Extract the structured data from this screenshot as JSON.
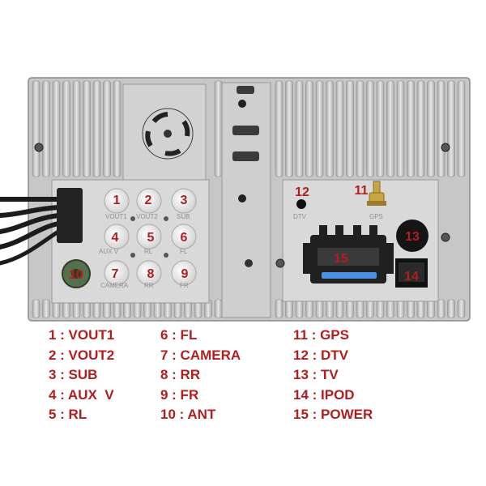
{
  "markers": [
    {
      "number": "1"
    },
    {
      "number": "2"
    },
    {
      "number": "3"
    },
    {
      "number": "4"
    },
    {
      "number": "5"
    },
    {
      "number": "6"
    },
    {
      "number": "7"
    },
    {
      "number": "8"
    },
    {
      "number": "9"
    },
    {
      "number": "10"
    },
    {
      "number": "11"
    },
    {
      "number": "12"
    },
    {
      "number": "13"
    },
    {
      "number": "14"
    },
    {
      "number": "15"
    }
  ],
  "silkscreen": {
    "vout1": "VOUT1",
    "vout2": "VOUT2",
    "sub": "SUB",
    "aux": "AUX V",
    "rl": "RL",
    "fl": "FL",
    "camera": "CAMERA",
    "rr": "RR",
    "fr": "FR",
    "dtv": "DTV",
    "gps": "GPS"
  },
  "legend": {
    "col1": [
      "1 : VOUT1",
      "2 : VOUT2",
      "3 : SUB",
      "4 : AUX  V",
      "5 : RL"
    ],
    "col2": [
      "6 : FL",
      "7 : CAMERA",
      "8 : RR",
      "9 : FR",
      "10 : ANT"
    ],
    "col3": [
      "11 : GPS",
      "12 : DTV",
      "13 : TV",
      "14 : IPOD",
      "15 : POWER"
    ]
  },
  "colors": {
    "label_red": "#b21e1e",
    "panel": "#c9c9c9",
    "rca_jack": "#efefef",
    "antenna_green": "#56704e",
    "gps_gold": "#c9a443"
  }
}
